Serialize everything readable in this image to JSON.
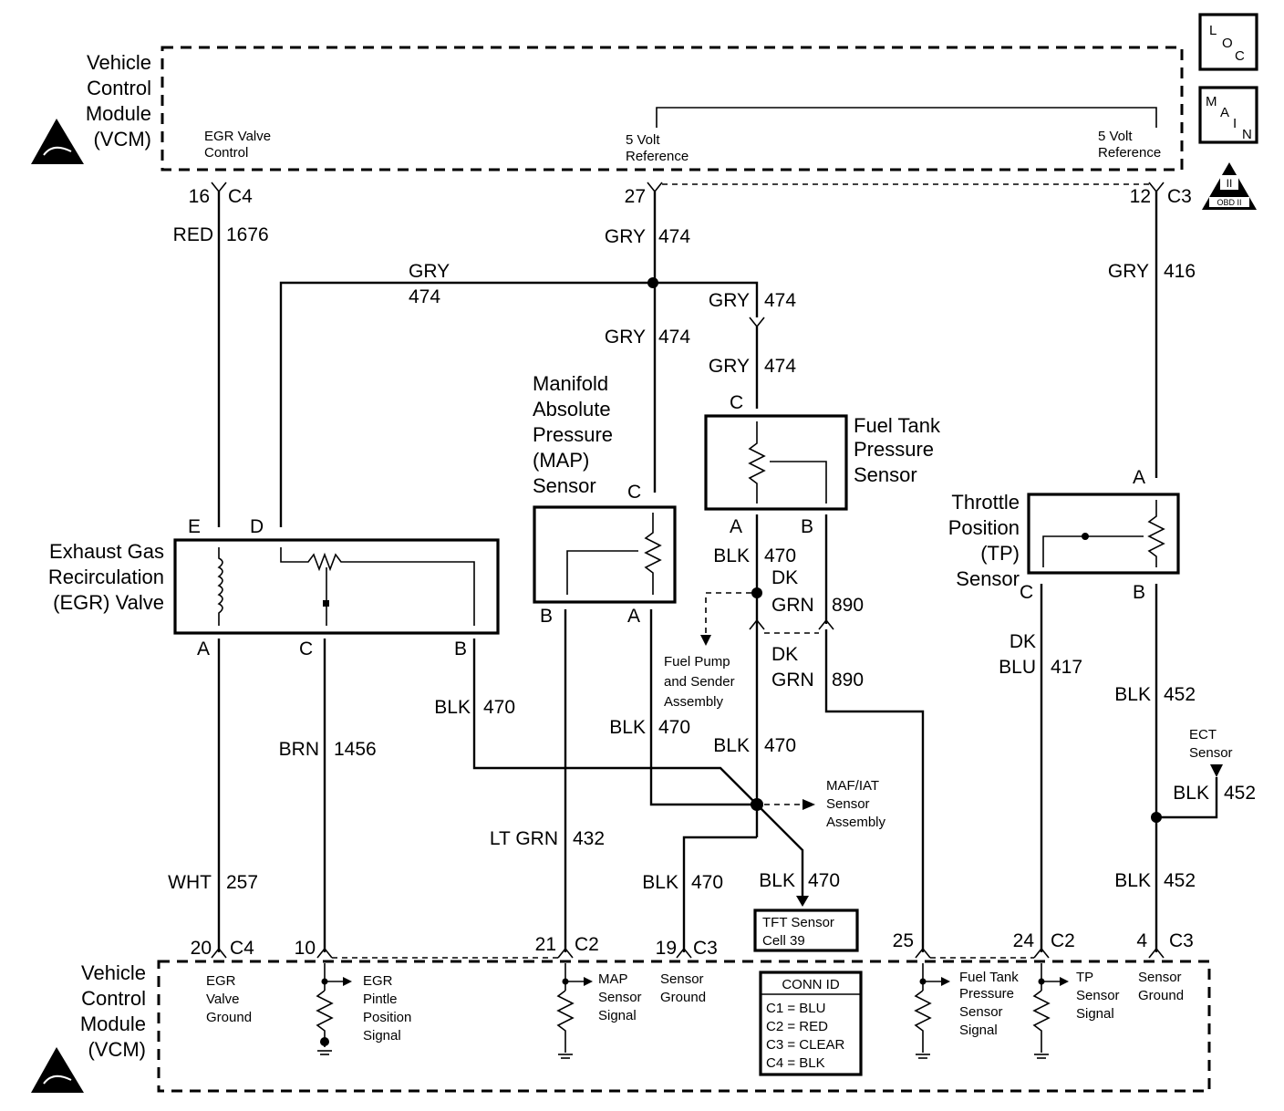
{
  "vcm_top": {
    "title_lines": [
      "Vehicle",
      "Control",
      "Module",
      "(VCM)"
    ],
    "egr_ctrl": [
      "EGR Valve",
      "Control"
    ],
    "ref_left": [
      "5 Volt",
      "Reference"
    ],
    "ref_right": [
      "5 Volt",
      "Reference"
    ]
  },
  "vcm_bottom": {
    "title_lines": [
      "Vehicle",
      "Control",
      "Module",
      "(VCM)"
    ],
    "egr_gnd": [
      "EGR",
      "Valve",
      "Ground"
    ],
    "egr_pintle": [
      "EGR",
      "Pintle",
      "Position",
      "Signal"
    ],
    "map_sig": [
      "MAP",
      "Sensor",
      "Signal"
    ],
    "sens_gnd1": [
      "Sensor",
      "Ground"
    ],
    "ft_sig": [
      "Fuel Tank",
      "Pressure",
      "Sensor",
      "Signal"
    ],
    "tp_sig": [
      "TP",
      "Sensor",
      "Signal"
    ],
    "sens_gnd2": [
      "Sensor",
      "Ground"
    ]
  },
  "badges": {
    "loc": [
      "L",
      "O",
      "C"
    ],
    "main": [
      "M",
      "A",
      "I",
      "N"
    ],
    "obd": [
      "II",
      "OBD II"
    ]
  },
  "pins_top": {
    "p16": "16",
    "c4a": "C4",
    "p27": "27",
    "p12": "12",
    "c3a": "C3"
  },
  "pins_bottom": {
    "p20": "20",
    "c4b": "C4",
    "p10": "10",
    "p21": "21",
    "c2a": "C2",
    "p19": "19",
    "c3b": "C3",
    "p25": "25",
    "p24": "24",
    "c2b": "C2",
    "p4": "4",
    "c3c": "C3"
  },
  "wires": {
    "red1676": [
      "RED",
      "1676"
    ],
    "gry474a": [
      "GRY",
      "474"
    ],
    "gry474b": [
      "GRY",
      "474"
    ],
    "gry474c": [
      "GRY",
      "474"
    ],
    "gry474d": [
      "GRY",
      "474"
    ],
    "gry474e": [
      "GRY",
      "474"
    ],
    "gry416": [
      "GRY",
      "416"
    ],
    "blk470a": [
      "BLK",
      "470"
    ],
    "blk470b": [
      "BLK",
      "470"
    ],
    "blk470c": [
      "BLK",
      "470"
    ],
    "blk470d": [
      "BLK",
      "470"
    ],
    "blk470e": [
      "BLK",
      "470"
    ],
    "blk470f": [
      "BLK",
      "470"
    ],
    "dkgrn890a": [
      "DK",
      "GRN",
      "890"
    ],
    "dkgrn890b": [
      "DK",
      "GRN",
      "890"
    ],
    "dkblu417": [
      "DK",
      "BLU",
      "417"
    ],
    "blk452a": [
      "BLK",
      "452"
    ],
    "blk452b": [
      "BLK",
      "452"
    ],
    "blk452c": [
      "BLK",
      "452"
    ],
    "brn1456": [
      "BRN",
      "1456"
    ],
    "ltgrn432": [
      "LT GRN",
      "432"
    ],
    "wht257": [
      "WHT",
      "257"
    ]
  },
  "components": {
    "egr": [
      "Exhaust Gas",
      "Recirculation",
      "(EGR) Valve"
    ],
    "map": [
      "Manifold",
      "Absolute",
      "Pressure",
      "(MAP)",
      "Sensor"
    ],
    "fuel_tank": [
      "Fuel Tank",
      "Pressure",
      "Sensor"
    ],
    "tp": [
      "Throttle",
      "Position",
      "(TP)",
      "Sensor"
    ],
    "fuel_pump": [
      "Fuel Pump",
      "and Sender",
      "Assembly"
    ],
    "maf": [
      "MAF/IAT",
      "Sensor",
      "Assembly"
    ],
    "ect": [
      "ECT",
      "Sensor"
    ],
    "tft": [
      "TFT Sensor",
      "Cell 39"
    ]
  },
  "pin_letters": {
    "egr_e": "E",
    "egr_d": "D",
    "egr_a": "A",
    "egr_c": "C",
    "egr_b": "B",
    "map_c": "C",
    "map_b": "B",
    "map_a": "A",
    "ft_c": "C",
    "ft_a": "A",
    "ft_b": "B",
    "tp_a": "A",
    "tp_c": "C",
    "tp_b": "B"
  },
  "conn_id": {
    "title": "CONN ID",
    "rows": [
      "C1 = BLU",
      "C2 = RED",
      "C3 = CLEAR",
      "C4 = BLK"
    ]
  }
}
